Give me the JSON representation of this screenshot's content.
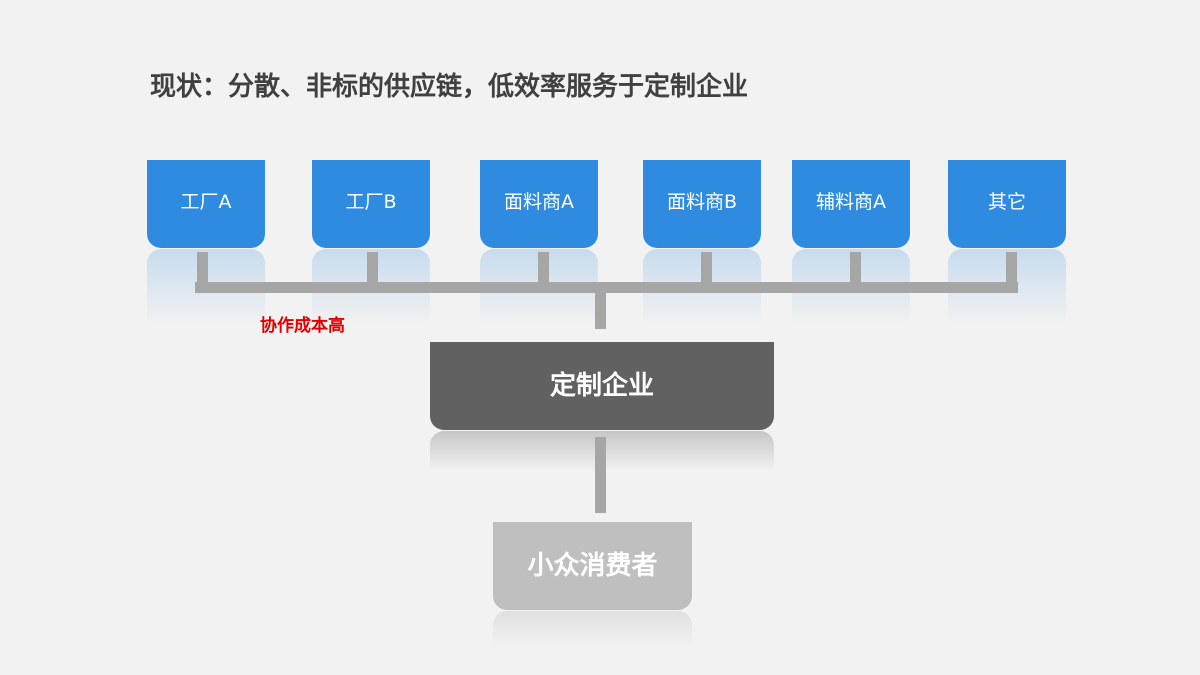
{
  "slide": {
    "title": "现状：分散、非标的供应链，低效率服务于定制企业"
  },
  "diagram": {
    "suppliers": [
      {
        "label": "工厂A"
      },
      {
        "label": "工厂B"
      },
      {
        "label": "面料商A"
      },
      {
        "label": "面料商B"
      },
      {
        "label": "辅料商A"
      },
      {
        "label": "其它"
      }
    ],
    "annotation": "协作成本高",
    "enterprise": "定制企业",
    "consumer": "小众消费者",
    "colors": {
      "supplier": "#2f8be0",
      "enterprise": "#616161",
      "consumer": "#bfbfbf",
      "connector": "#a6a6a6",
      "annotation": "#e00000",
      "background": "#f2f2f2"
    }
  }
}
